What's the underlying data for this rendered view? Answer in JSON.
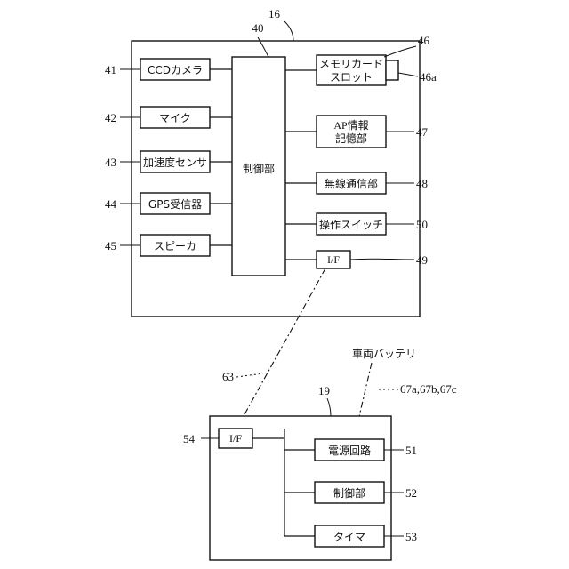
{
  "device_16": {
    "ref": "16",
    "controller": {
      "label": "制御部",
      "ref": "40"
    },
    "left_components": [
      {
        "label": "CCDカメラ",
        "ref": "41"
      },
      {
        "label": "マイク",
        "ref": "42"
      },
      {
        "label": "加速度センサ",
        "ref": "43"
      },
      {
        "label": "GPS受信器",
        "ref": "44"
      },
      {
        "label": "スピーカ",
        "ref": "45"
      }
    ],
    "right_components": [
      {
        "label_line1": "メモリカード",
        "label_line2": "スロット",
        "ref": "46",
        "sub_ref": "46a"
      },
      {
        "label_line1": "AP情報",
        "label_line2": "記憶部",
        "ref": "47"
      },
      {
        "label": "無線通信部",
        "ref": "48"
      },
      {
        "label": "操作スイッチ",
        "ref": "50"
      },
      {
        "label": "I/F",
        "ref": "49"
      }
    ]
  },
  "link_ref": "63",
  "vehicle_battery": {
    "label": "車両バッテリ",
    "ref": "67a,67b,67c"
  },
  "device_19": {
    "ref": "19",
    "interface": {
      "label": "I/F",
      "ref": "54"
    },
    "components": [
      {
        "label": "電源回路",
        "ref": "51"
      },
      {
        "label": "制御部",
        "ref": "52"
      },
      {
        "label": "タイマ",
        "ref": "53"
      }
    ]
  }
}
